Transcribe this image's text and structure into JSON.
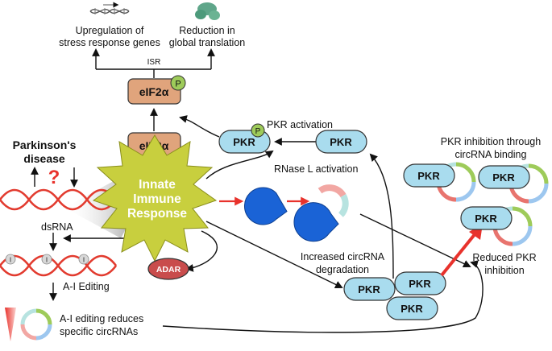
{
  "top": {
    "stress_label_1": "Upregulation of",
    "stress_label_2": "stress response genes",
    "translation_label_1": "Reduction in",
    "translation_label_2": "global translation",
    "isr_label": "ISR"
  },
  "eif": {
    "phospho_label": "eIF2α",
    "base_label": "eIF2α",
    "p_badge": "P"
  },
  "pkr": {
    "label": "PKR",
    "activation_label": "PKR activation",
    "p_badge": "P",
    "inhibition_title_1": "PKR inhibition through",
    "inhibition_title_2": "circRNA binding",
    "reduced_1": "Reduced PKR",
    "reduced_2": "inhibition"
  },
  "left": {
    "parkinsons_1": "Parkinson's",
    "parkinsons_2": "disease",
    "question": "?",
    "dsrna": "dsRNA",
    "ai_editing": "A-I Editing",
    "inosine": "I",
    "reduces_1": "A-I editing reduces",
    "reduces_2": "specific circRNAs"
  },
  "center": {
    "innate_1": "Innate",
    "innate_2": "Immune",
    "innate_3": "Response",
    "adar": "ADAR"
  },
  "rnase": {
    "activation": "RNase L activation",
    "increased_1": "Increased circRNA",
    "increased_2": "degradation"
  },
  "colors": {
    "pkr_fill": "#a9dcee",
    "eif_fill": "#e0a47c",
    "p_fill": "#9ecb5a",
    "adar_fill": "#c94c4c",
    "star_fill": "#c8cf3e",
    "rnase_blue": "#1a63d6",
    "red": "#e8322c"
  }
}
